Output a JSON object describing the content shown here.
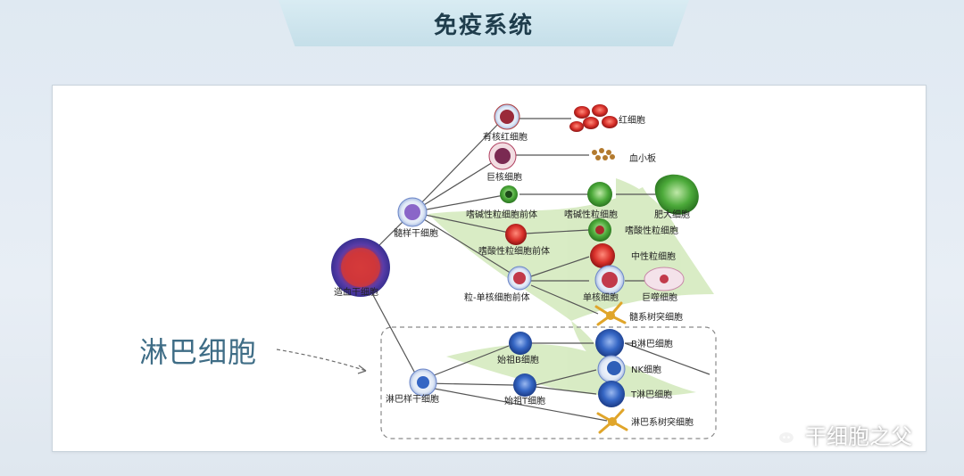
{
  "title": "免疫系统",
  "callout_label": "淋巴细胞",
  "watermark": "干细胞之父",
  "nodes": {
    "hsc": "造血干细胞",
    "myeloid_stem": "髓样干细胞",
    "lymphoid_stem": "淋巴样干细胞",
    "nucleated_rbc": "有核红细胞",
    "rbc": "红细胞",
    "megakaryocyte": "巨核细胞",
    "platelet": "血小板",
    "basophil_precursor": "嗜碱性粒细胞前体",
    "basophil": "嗜碱性粒细胞",
    "mast_cell": "肥大细胞",
    "eosinophil_precursor": "嗜酸性粒细胞前体",
    "eosinophil": "嗜酸性粒细胞",
    "neutrophil": "中性粒细胞",
    "granulocyte_monocyte_precursor": "粒-单核细胞前体",
    "monocyte": "单核细胞",
    "macrophage": "巨噬细胞",
    "myeloid_dendritic": "髓系树突细胞",
    "pro_b": "始祖B细胞",
    "pro_t": "始祖T细胞",
    "b_cell": "B淋巴细胞",
    "nk_cell": "NK细胞",
    "t_cell": "T淋巴细胞",
    "lymphoid_dendritic": "淋巴系树突细胞"
  },
  "colors": {
    "rbc_red": "#e23b2e",
    "blue_cell": "#2f5fb8",
    "green_cell": "#4caa3a",
    "leaf_green": "#cfe7b6",
    "dendritic": "#e0a52a",
    "accent_text": "#3f6d86"
  }
}
